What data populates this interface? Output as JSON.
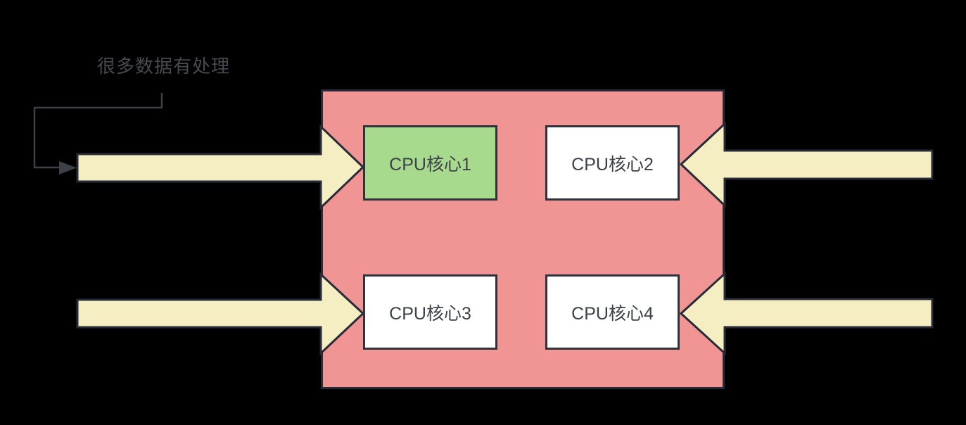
{
  "annotation": {
    "text": "很多数据有处理"
  },
  "cpu": {
    "cores": [
      {
        "label": "CPU核心1",
        "fill": "#a7da8d",
        "highlighted": true
      },
      {
        "label": "CPU核心2",
        "fill": "#ffffff",
        "highlighted": false
      },
      {
        "label": "CPU核心3",
        "fill": "#ffffff",
        "highlighted": false
      },
      {
        "label": "CPU核心4",
        "fill": "#ffffff",
        "highlighted": false
      }
    ]
  },
  "colors": {
    "background": "#000000",
    "cpu_package_fill": "#f09494",
    "cpu_package_border": "#262b35",
    "core_border": "#2e333b",
    "core_highlight_fill": "#a7da8d",
    "arrow_fill": "#f5eec3",
    "arrow_border": "#262b35",
    "connector_line": "#3d4145",
    "annotation_text_color": "#46494f",
    "core_label_color": "#3d424a"
  }
}
